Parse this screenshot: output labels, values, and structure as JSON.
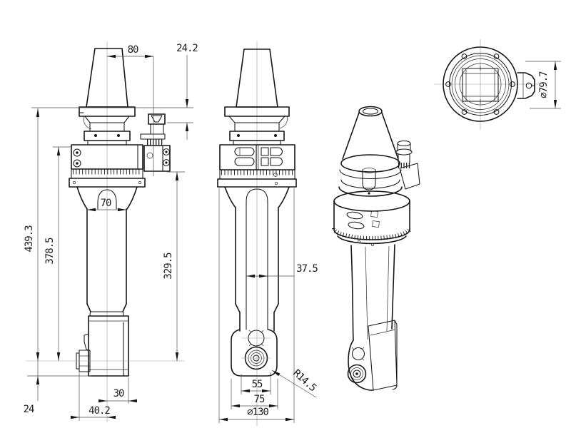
{
  "drawing": {
    "kind": "engineering-drawing",
    "background": "#ffffff",
    "line_color": "#161616",
    "dims": {
      "front": {
        "top_offset": "80",
        "gauge_to_stop": "24.2",
        "overall_length": "439.3",
        "head_length": "378.5",
        "neck_width": "70",
        "right_span": "329.5",
        "tip_to_face": "24",
        "bottom_center": "30",
        "bottom_cartridge": "40.2"
      },
      "side": {
        "shaft_dia": "37.5",
        "slide_width": "55",
        "head_width": "75",
        "body_dia": "⌀130",
        "corner_radius": "R14.5"
      },
      "end": {
        "pilot_dia": "⌀79.7"
      }
    }
  }
}
